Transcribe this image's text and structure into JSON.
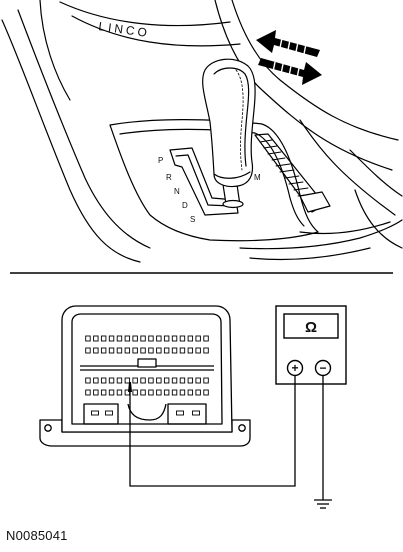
{
  "console": {
    "brand_text": "LINCO",
    "gear_letters": [
      "P",
      "R",
      "N",
      "D",
      "S"
    ],
    "gate_mark": "M"
  },
  "meter": {
    "unit_symbol": "Ω",
    "pos_symbol": "+",
    "neg_symbol": "−"
  },
  "figure": {
    "id": "N0085041"
  }
}
